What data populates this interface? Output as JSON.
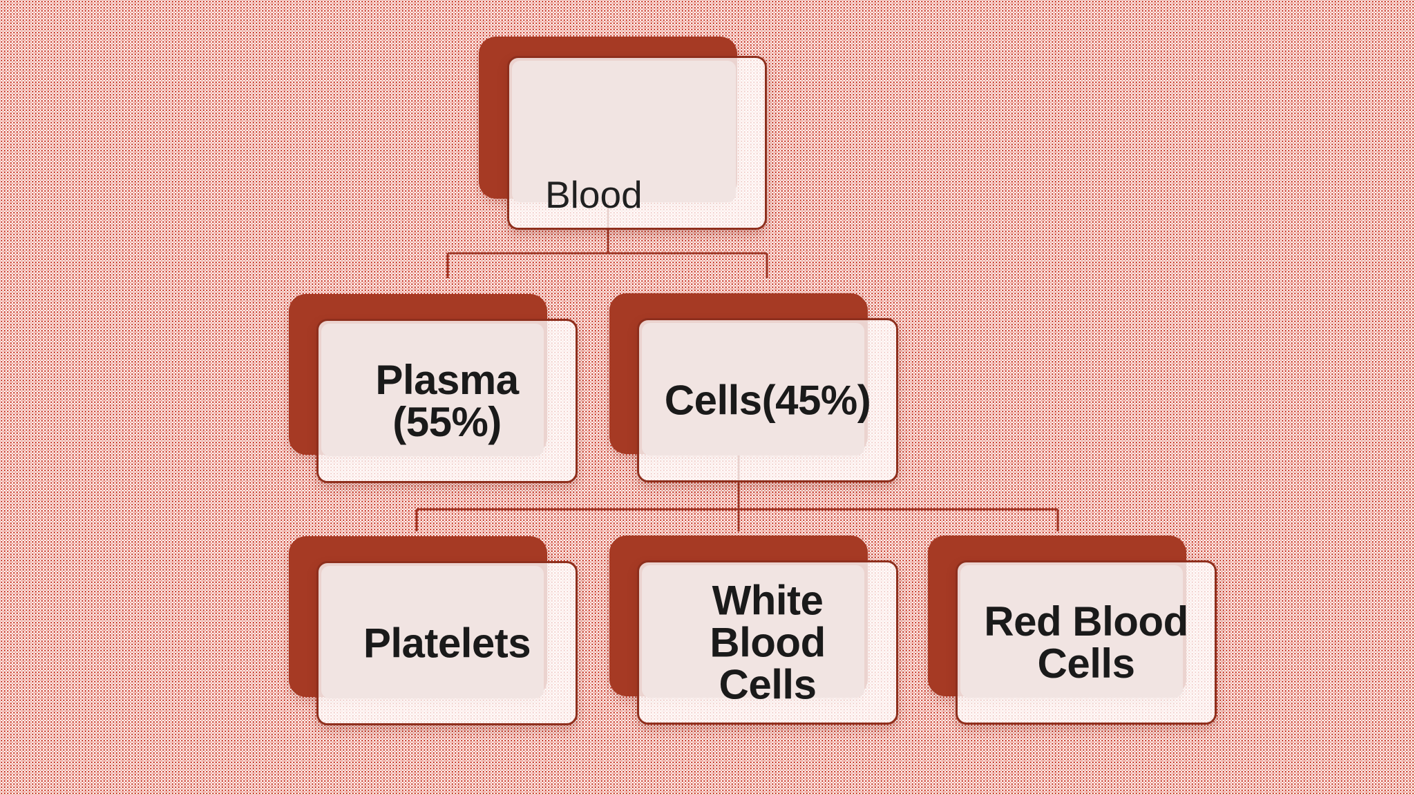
{
  "slide": {
    "description": "Blood composition hierarchy diagram on red halftone dotted background"
  },
  "nodes": {
    "blood": {
      "label": "Blood",
      "lines": [
        "Blood"
      ]
    },
    "plasma": {
      "label": "Plasma (55%)",
      "lines": [
        "Plasma",
        "(55%)"
      ]
    },
    "cells": {
      "label": "Cells(45%)",
      "lines": [
        "Cells(45%)"
      ]
    },
    "platelets": {
      "label": "Platelets",
      "lines": [
        "Platelets"
      ]
    },
    "white_blood_cells": {
      "label": "White Blood Cells",
      "lines": [
        "White",
        "Blood",
        "Cells"
      ]
    },
    "red_blood_cells": {
      "label": "Red Blood Cells",
      "lines": [
        "Red Blood",
        "Cells"
      ]
    }
  },
  "hierarchy": {
    "root": "Blood",
    "edges": [
      [
        "Blood",
        "Plasma (55%)"
      ],
      [
        "Blood",
        "Cells(45%)"
      ],
      [
        "Cells(45%)",
        "Platelets"
      ],
      [
        "Cells(45%)",
        "White Blood Cells"
      ],
      [
        "Cells(45%)",
        "Red Blood Cells"
      ]
    ]
  },
  "colors": {
    "accent_red": "#A63A24",
    "shape_border": "#8E2F1D",
    "connector": "#9C3322",
    "panel_pink": "#F1E4E2",
    "card_fill": "rgba(255,255,255,0.78)",
    "text_dark": "#1A1A1A",
    "dot_strong": "#C93A29",
    "dot_light": "#EE9C90",
    "dot_pale": "#F7CCC6",
    "bg_base": "#FFFEFE"
  }
}
